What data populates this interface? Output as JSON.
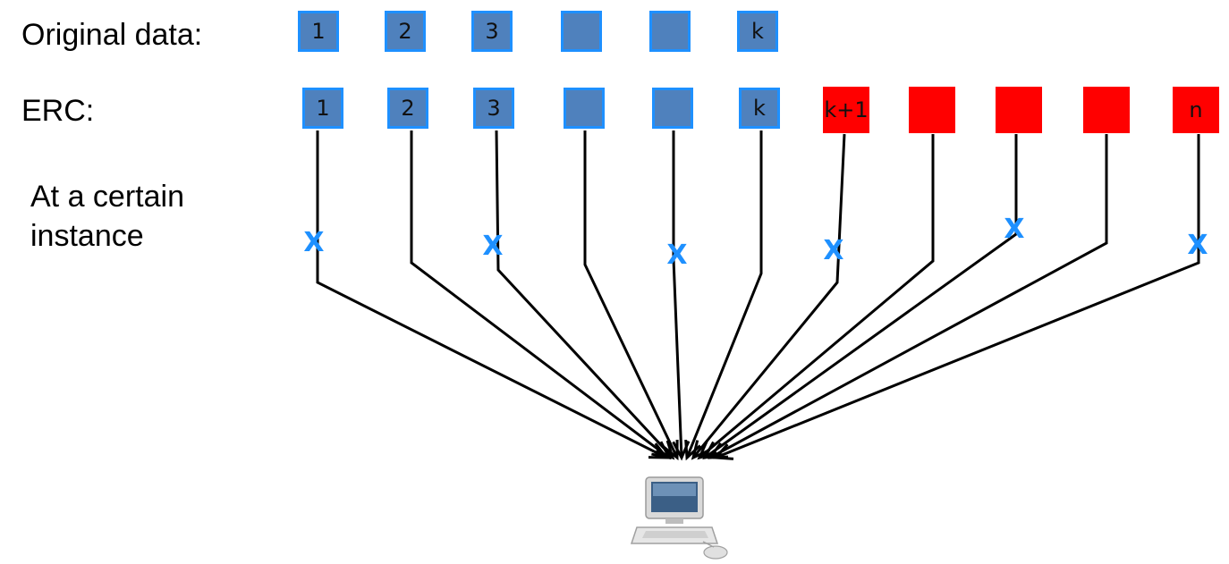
{
  "labels": {
    "original": "Original data:",
    "erc": "ERC:",
    "instance_line1": "At a certain",
    "instance_line2": "instance"
  },
  "original_row": [
    "1",
    "2",
    "3",
    "",
    "",
    "k"
  ],
  "erc_row": [
    {
      "label": "1",
      "kind": "data"
    },
    {
      "label": "2",
      "kind": "data"
    },
    {
      "label": "3",
      "kind": "data"
    },
    {
      "label": "",
      "kind": "data"
    },
    {
      "label": "",
      "kind": "data"
    },
    {
      "label": "k",
      "kind": "data"
    },
    {
      "label": "k+1",
      "kind": "parity"
    },
    {
      "label": "",
      "kind": "parity"
    },
    {
      "label": "",
      "kind": "parity"
    },
    {
      "label": "",
      "kind": "parity"
    },
    {
      "label": "n",
      "kind": "parity"
    }
  ],
  "failed_links": [
    true,
    false,
    true,
    false,
    true,
    false,
    true,
    false,
    true,
    false,
    true
  ],
  "failure_mark": "X",
  "colors": {
    "data_fill": "#4f81bd",
    "data_border": "#1e90ff",
    "parity_fill": "#ff0000",
    "failure_mark": "#1e90ff",
    "arrow": "#000000"
  },
  "receiver_icon": "desktop-computer-icon"
}
